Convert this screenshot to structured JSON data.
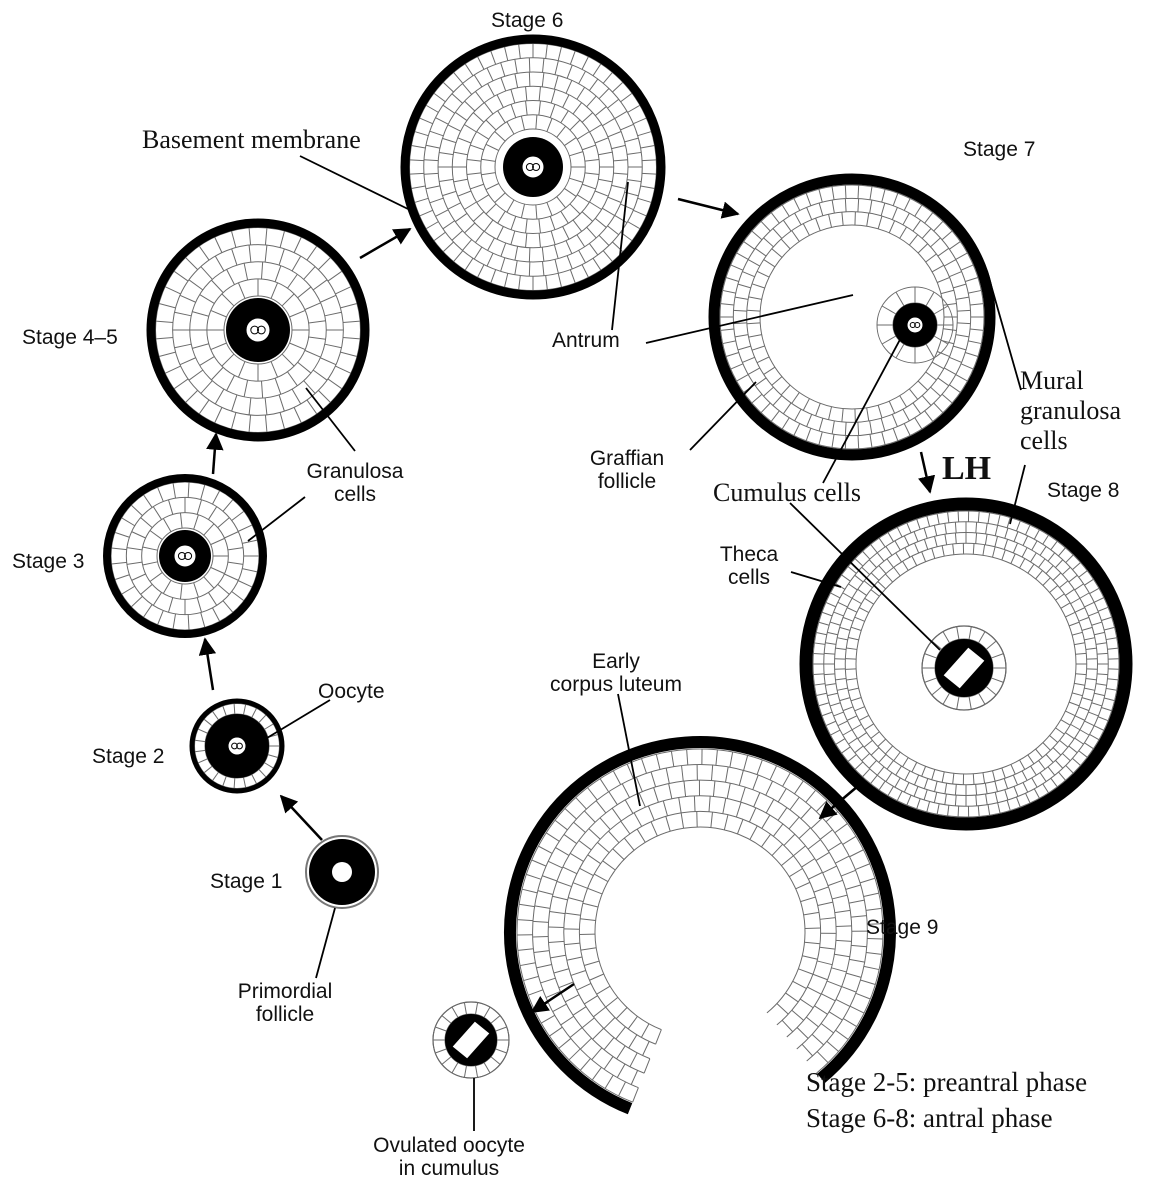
{
  "stages": {
    "s1": "Stage 1",
    "s2": "Stage 2",
    "s3": "Stage 3",
    "s45": "Stage 4–5",
    "s6": "Stage 6",
    "s7": "Stage 7",
    "s8": "Stage 8",
    "s9": "Stage 9"
  },
  "labels": {
    "basement_membrane": "Basement membrane",
    "antrum": "Antrum",
    "granulosa_1": "Granulosa",
    "granulosa_2": "cells",
    "oocyte": "Oocyte",
    "primordial_1": "Primordial",
    "primordial_2": "follicle",
    "graffian_1": "Graffian",
    "graffian_2": "follicle",
    "cumulus": "Cumulus cells",
    "mural_1": "Mural",
    "mural_2": "granulosa",
    "mural_3": "cells",
    "lh": "LH",
    "theca_1": "Theca",
    "theca_2": "cells",
    "early_cl_1": "Early",
    "early_cl_2": "corpus luteum",
    "ovulated_1": "Ovulated oocyte",
    "ovulated_2": "in cumulus"
  },
  "legend": {
    "line1": "Stage 2-5: preantral phase",
    "line2": "Stage 6-8: antral phase"
  },
  "colors": {
    "ink": "#111111",
    "membrane": "#000000",
    "cell_line": "#555555",
    "background": "#ffffff"
  }
}
